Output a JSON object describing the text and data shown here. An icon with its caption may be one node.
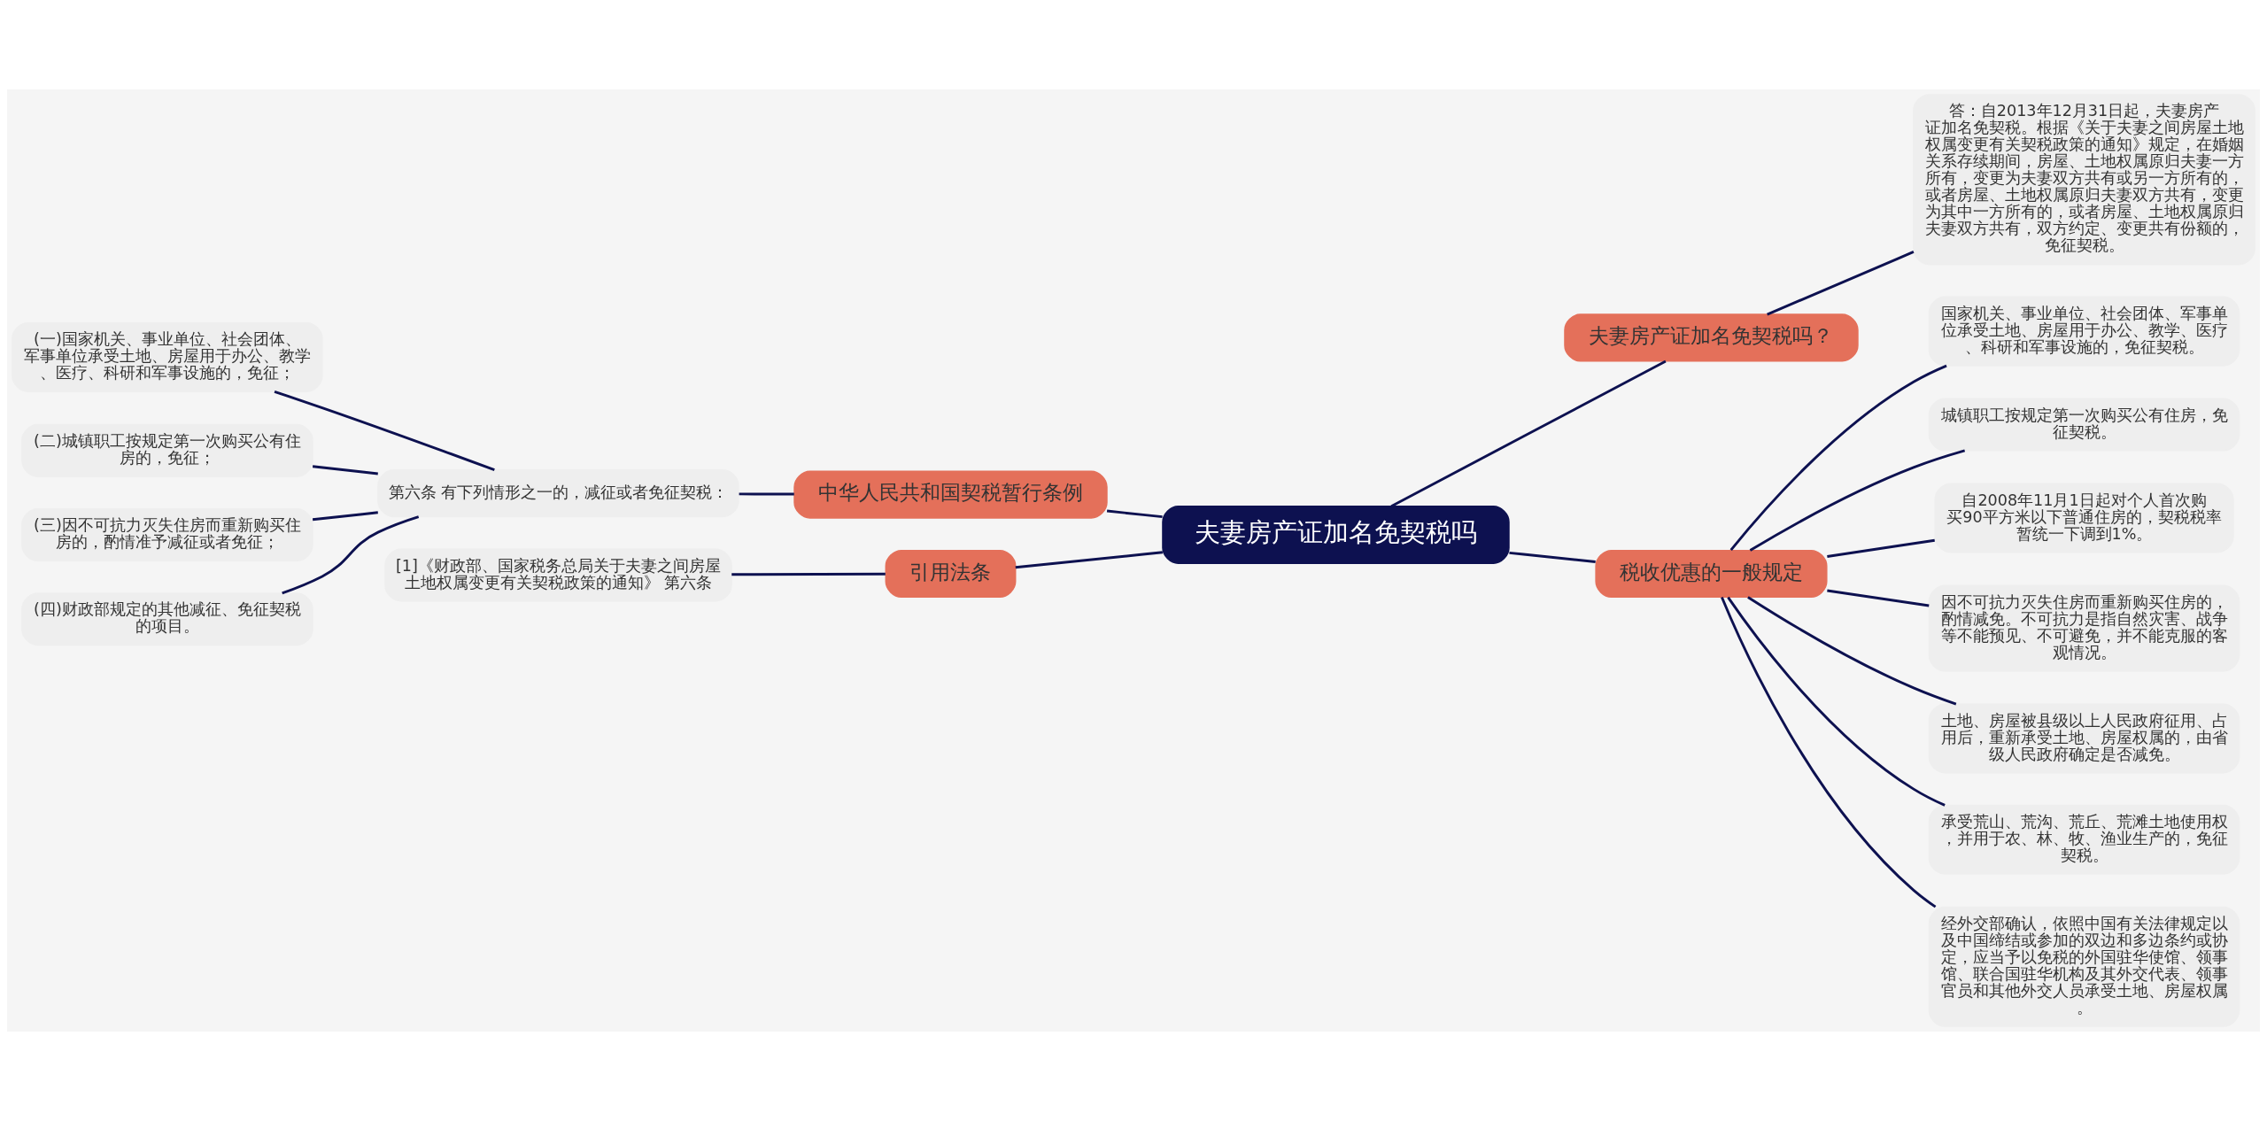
{
  "diagram": {
    "nodes": [
      {
        "text": [
          "夫妻房产证加名免契税吗"
        ]
      },
      {
        "text": [
          "夫妻房产证加名免契税吗？"
        ]
      },
      {
        "text": [
          "答：自2013年12月31日起，夫妻房产证加名免契税。根据《关于夫妻之间房屋土地权属变更有关契税政策的通知》规定，在婚姻关系存续期间，房屋、土地权属原归夫妻一方所有，变更为夫妻双方共有或另一方所有的，或者房屋、土地权属原归夫妻双方共有，变更为其中一方所有的，或者房屋、土地权属原归夫妻双方共有，双方约定、变更共有份额的，免征契税。"
        ]
      },
      {
        "text": [
          "中华人民共和国契税暂行条例"
        ]
      },
      {
        "text": [
          "第六条 有下列情形之一的，减征或者免征契税："
        ]
      },
      {
        "text": [
          "(一)国家机关、事业单位、社会团体、军事单位承受土地、房屋用于办公、教学、医疗、科研和军事设施的，免征；"
        ]
      },
      {
        "text": [
          "(二)城镇职工按规定第一次购买公有住房的，免征；"
        ]
      },
      {
        "text": [
          "(三)因不可抗力灭失住房而重新购买住房的，酌情准予减征或者免征；"
        ]
      },
      {
        "text": [
          "(四)财政部规定的其他减征、免征契税的项目。"
        ]
      },
      {
        "text": [
          "引用法条"
        ]
      },
      {
        "text": [
          "[1]《财政部、国家税务总局关于夫妻之间房屋土地权属变更有关契税政策的通知》 第六条"
        ]
      },
      {
        "text": [
          "税收优惠的一般规定"
        ]
      },
      {
        "text": [
          "国家机关、事业单位、社会团体、军事单位承受土地、房屋用于办公、教学、医疗、科研和军事设施的，免征契税。"
        ]
      },
      {
        "text": [
          "城镇职工按规定第一次购买公有住房，免征契税。"
        ]
      },
      {
        "text": [
          "自2008年11月1日起对个人首次购买90平方米以下普通住房的，契税税率暂统一下调到1%。"
        ]
      },
      {
        "text": [
          "因不可抗力灭失住房而重新购买住房的，酌情减免。不可抗力是指自然灾害、战争等不能预见、不可避免，并不能克服的客观情况。"
        ]
      },
      {
        "text": [
          "土地、房屋被县级以上人民政府征用、占用后，重新承受土地、房屋权属的，由省级人民政府确定是否减免。"
        ]
      },
      {
        "text": [
          "承受荒山、荒沟、荒丘、荒滩土地使用权，并用于农、林、牧、渔业生产的，免征契税。"
        ]
      },
      {
        "text": [
          "经外交部确认，依照中国有关法律规定以及中国缔结或参加的双边和多边条约或协定，应当予以免税的外国驻华使馆、领事馆、联合国驻华机构及其外交代表、领事官员和其他外交人员承受土地、房屋权属。"
        ]
      }
    ],
    "edges": [
      {
        "from": 0,
        "to": 1,
        "arrow": "none"
      },
      {
        "from": 1,
        "to": 2,
        "arrow": "none"
      },
      {
        "from": 0,
        "to": 3,
        "arrow": "none"
      },
      {
        "from": 3,
        "to": 4,
        "arrow": "none"
      },
      {
        "from": 4,
        "to": 5,
        "arrow": "none"
      },
      {
        "from": 4,
        "to": 6,
        "arrow": "none"
      },
      {
        "from": 4,
        "to": 7,
        "arrow": "none"
      },
      {
        "from": 4,
        "to": 8,
        "arrow": "none"
      },
      {
        "from": 0,
        "to": 9,
        "arrow": "none"
      },
      {
        "from": 9,
        "to": 10,
        "arrow": "none"
      },
      {
        "from": 0,
        "to": 11,
        "arrow": "none"
      },
      {
        "from": 11,
        "to": 12,
        "arrow": "none"
      },
      {
        "from": 11,
        "to": 13,
        "arrow": "none"
      },
      {
        "from": 11,
        "to": 14,
        "arrow": "none"
      },
      {
        "from": 11,
        "to": 15,
        "arrow": "none"
      },
      {
        "from": 11,
        "to": 16,
        "arrow": "none"
      },
      {
        "from": 11,
        "to": 17,
        "arrow": "none"
      },
      {
        "from": 11,
        "to": 18,
        "arrow": "none"
      }
    ]
  }
}
